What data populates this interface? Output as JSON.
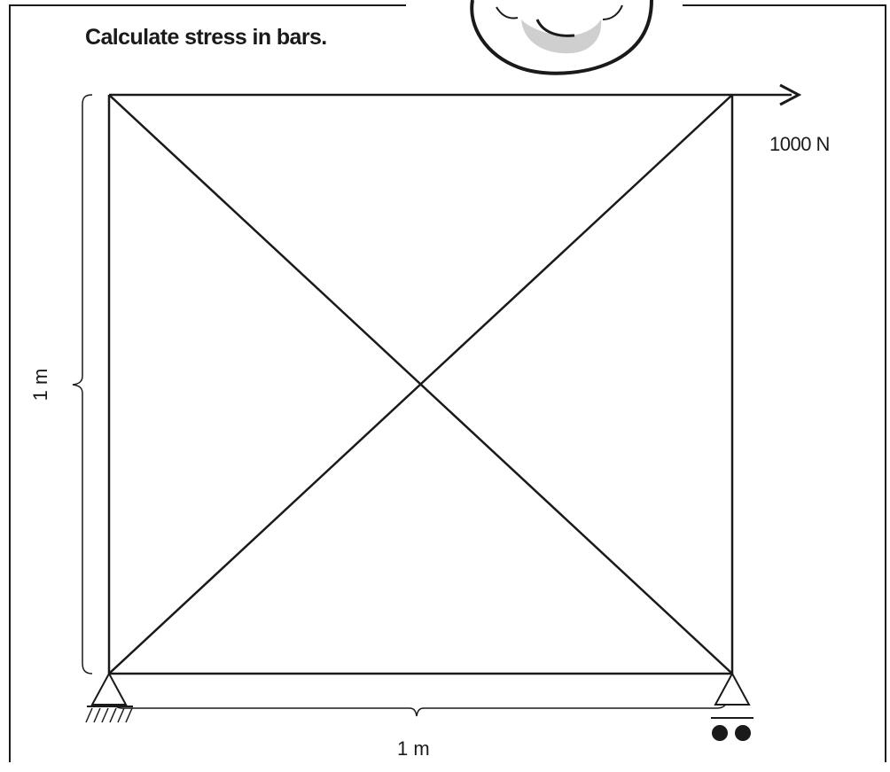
{
  "title": "Calculate stress in bars.",
  "load": {
    "label": "1000 N"
  },
  "dimensions": {
    "width_label": "1 m",
    "height_label": "1 m"
  },
  "colors": {
    "line": "#1a1a1a",
    "face_fill": "#d9d9d9",
    "background": "#ffffff"
  },
  "icons": {
    "mascot": "cartoon-face-icon",
    "pin_support": "pin-support-icon",
    "roller_support": "roller-support-icon",
    "load_arrow": "arrow-right-icon"
  }
}
